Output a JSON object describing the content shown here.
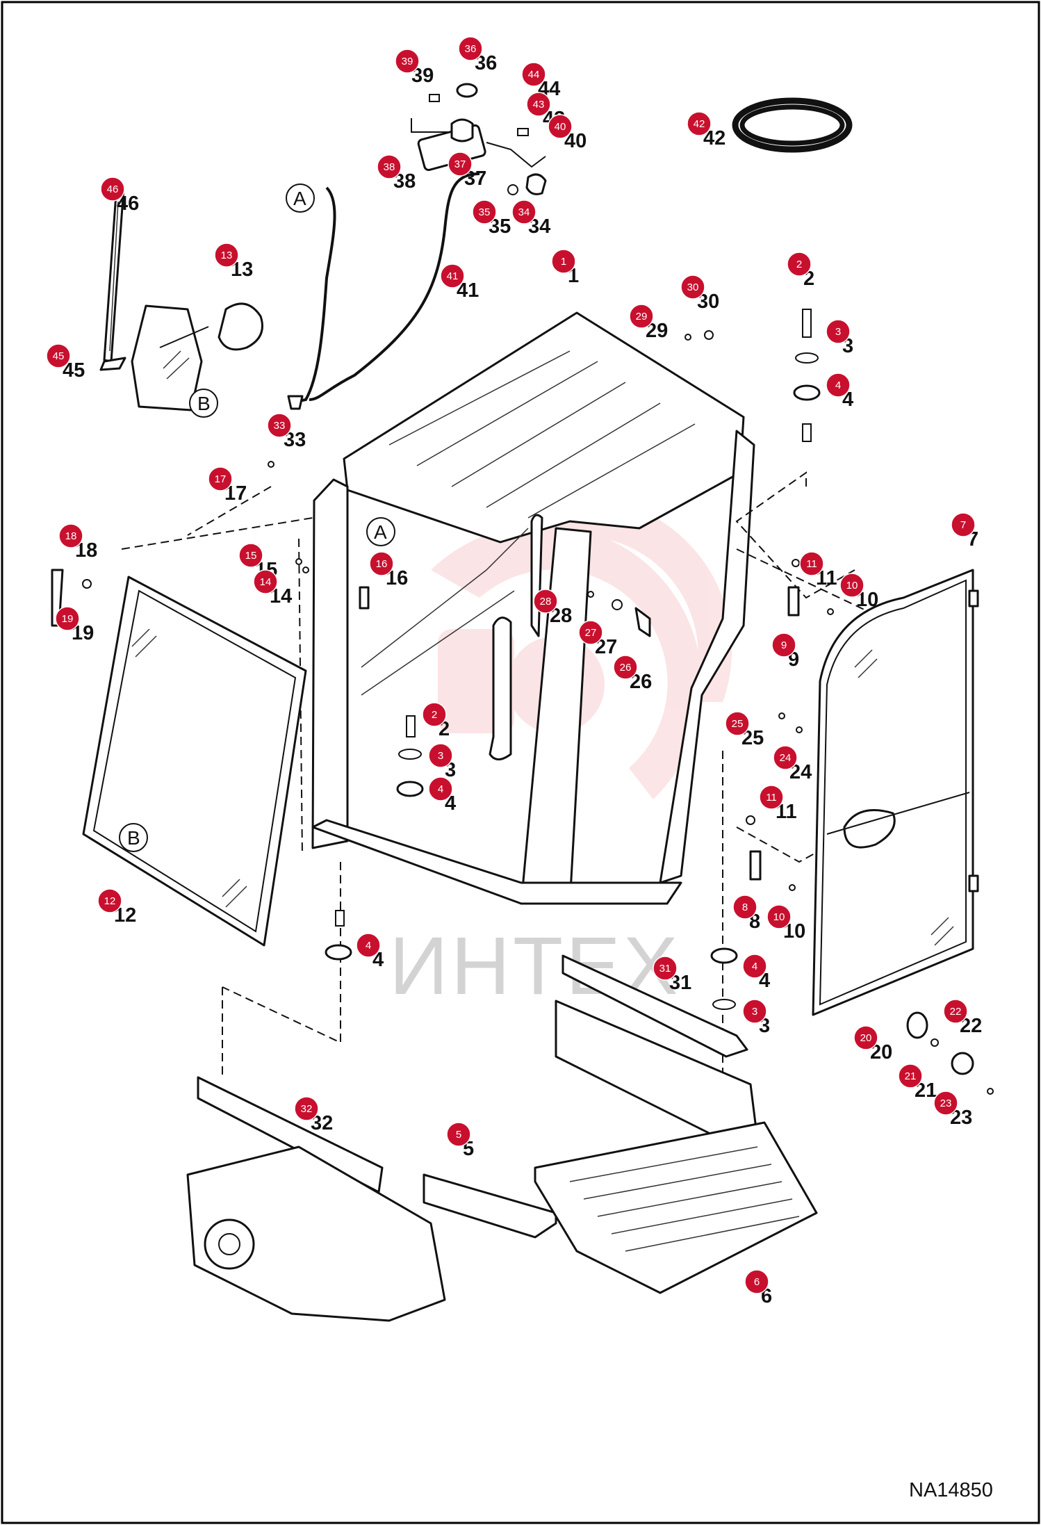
{
  "watermark": {
    "text": "ИНТЕХ",
    "logo_color": "#e6393f"
  },
  "drawing_code": "NA14850",
  "accent_color": "#c8102e",
  "reference_markers": {
    "a": "A",
    "b": "B"
  },
  "callouts": [
    {
      "id": "c39",
      "label": "39"
    },
    {
      "id": "c36",
      "label": "36"
    },
    {
      "id": "c44",
      "label": "44"
    },
    {
      "id": "c43",
      "label": "43"
    },
    {
      "id": "c40",
      "label": "40"
    },
    {
      "id": "c38",
      "label": "38"
    },
    {
      "id": "c37",
      "label": "37"
    },
    {
      "id": "c35",
      "label": "35"
    },
    {
      "id": "c34",
      "label": "34"
    },
    {
      "id": "c42",
      "label": "42"
    },
    {
      "id": "c46",
      "label": "46"
    },
    {
      "id": "c13",
      "label": "13"
    },
    {
      "id": "c41",
      "label": "41"
    },
    {
      "id": "c45",
      "label": "45"
    },
    {
      "id": "c1",
      "label": "1"
    },
    {
      "id": "c30",
      "label": "30"
    },
    {
      "id": "c29",
      "label": "29"
    },
    {
      "id": "c2a",
      "label": "2"
    },
    {
      "id": "c3a",
      "label": "3"
    },
    {
      "id": "c4a",
      "label": "4"
    },
    {
      "id": "c33",
      "label": "33"
    },
    {
      "id": "c17",
      "label": "17"
    },
    {
      "id": "c7",
      "label": "7"
    },
    {
      "id": "c18",
      "label": "18"
    },
    {
      "id": "c15",
      "label": "15"
    },
    {
      "id": "c16",
      "label": "16"
    },
    {
      "id": "c14",
      "label": "14"
    },
    {
      "id": "c11a",
      "label": "11"
    },
    {
      "id": "c10a",
      "label": "10"
    },
    {
      "id": "c19",
      "label": "19"
    },
    {
      "id": "c28",
      "label": "28"
    },
    {
      "id": "c27",
      "label": "27"
    },
    {
      "id": "c26",
      "label": "26"
    },
    {
      "id": "c9",
      "label": "9"
    },
    {
      "id": "c2b",
      "label": "2"
    },
    {
      "id": "c25",
      "label": "25"
    },
    {
      "id": "c24",
      "label": "24"
    },
    {
      "id": "c3b",
      "label": "3"
    },
    {
      "id": "c4b",
      "label": "4"
    },
    {
      "id": "c11b",
      "label": "11"
    },
    {
      "id": "c12",
      "label": "12"
    },
    {
      "id": "c8",
      "label": "8"
    },
    {
      "id": "c10b",
      "label": "10"
    },
    {
      "id": "c4c",
      "label": "4"
    },
    {
      "id": "c31",
      "label": "31"
    },
    {
      "id": "c4d",
      "label": "4"
    },
    {
      "id": "c3c",
      "label": "3"
    },
    {
      "id": "c22",
      "label": "22"
    },
    {
      "id": "c20",
      "label": "20"
    },
    {
      "id": "c21",
      "label": "21"
    },
    {
      "id": "c23",
      "label": "23"
    },
    {
      "id": "c32",
      "label": "32"
    },
    {
      "id": "c5",
      "label": "5"
    },
    {
      "id": "c6",
      "label": "6"
    }
  ]
}
